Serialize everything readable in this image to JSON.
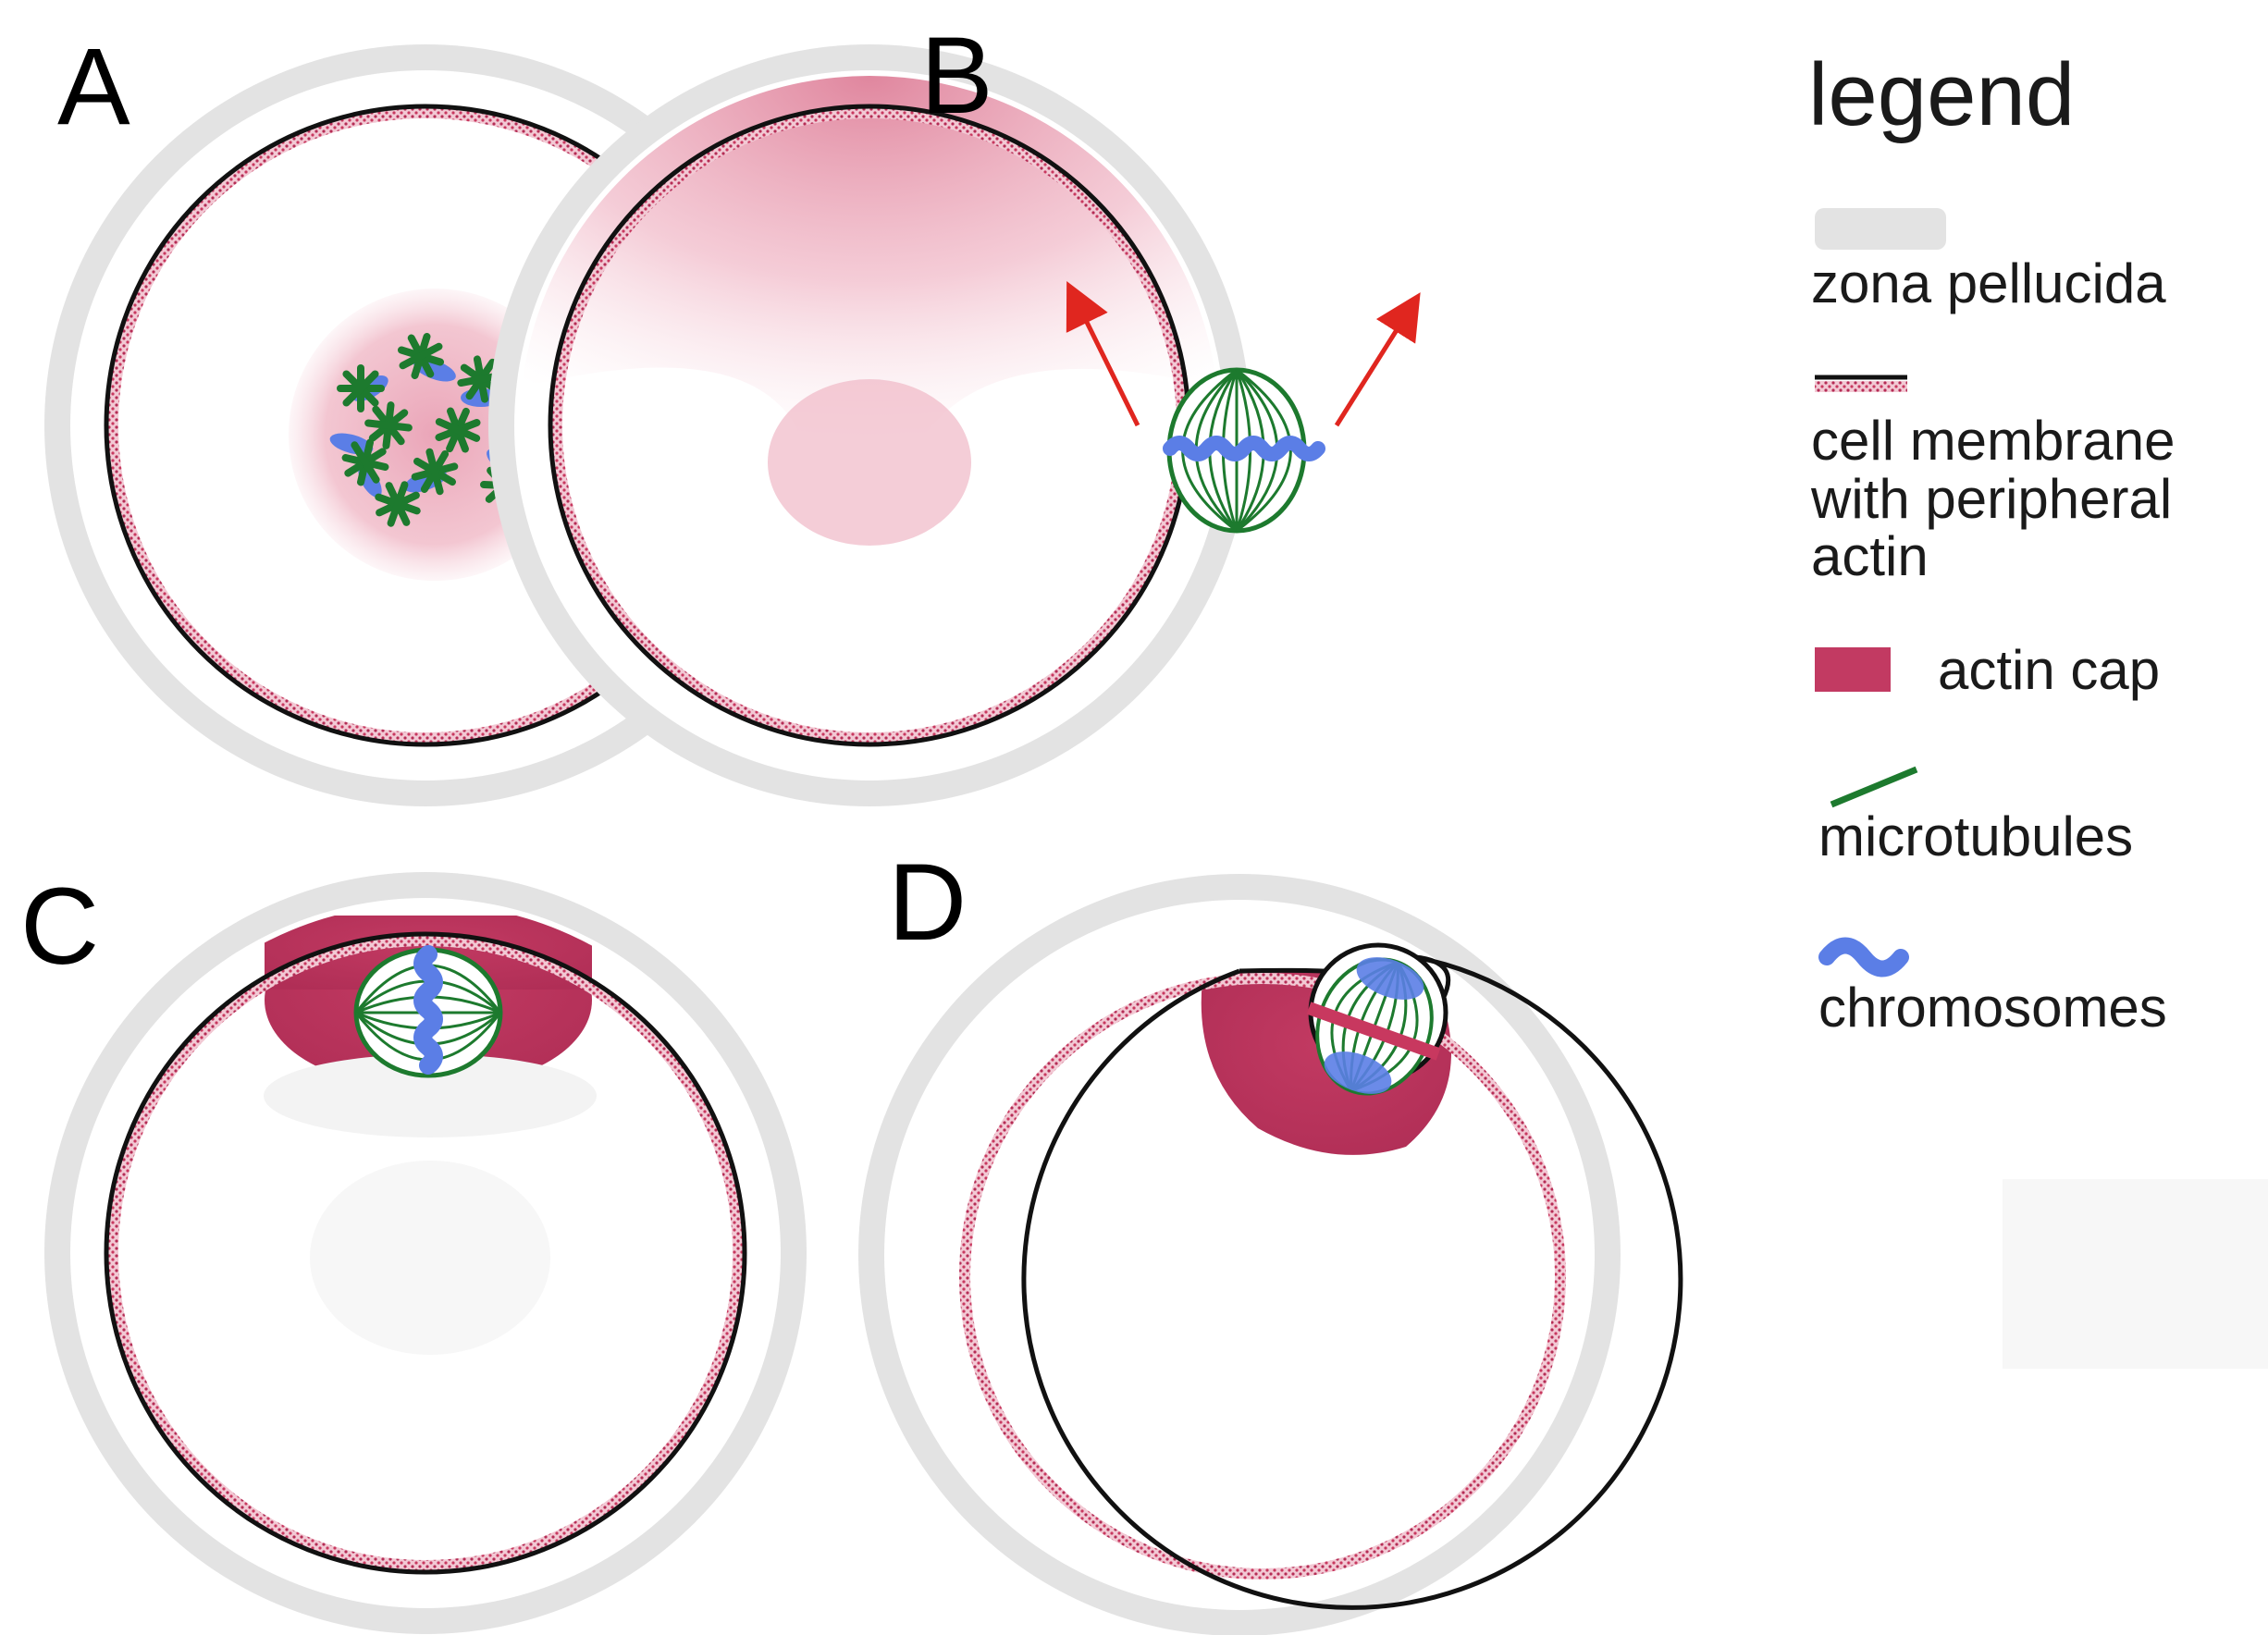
{
  "panels": [
    {
      "id": "A",
      "label": "A"
    },
    {
      "id": "B",
      "label": "B"
    },
    {
      "id": "C",
      "label": "C"
    },
    {
      "id": "D",
      "label": "D"
    }
  ],
  "legend": {
    "title": "legend",
    "zona_pellucida": "zona pellucida",
    "membrane_line1": "cell membrane",
    "membrane_line2": "with peripheral",
    "membrane_line3": "actin",
    "actin_cap": "actin cap",
    "microtubules": "microtubules",
    "chromosomes": "chromosomes"
  },
  "colors": {
    "zona": "#e3e3e3",
    "membrane": "#111111",
    "actin": "#c8385f",
    "actin_light": "#e8a7b8",
    "microtubule": "#1d7a2e",
    "chromosome": "#5b7ee6",
    "arrow": "#e0261f"
  }
}
